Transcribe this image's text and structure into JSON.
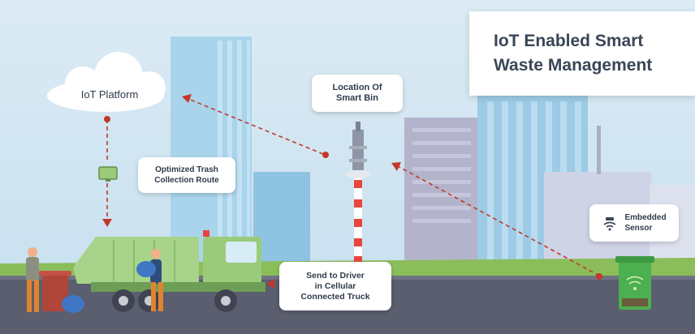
{
  "title": {
    "line1": "IoT Enabled Smart",
    "line2": "Waste Management"
  },
  "labels": {
    "iot_platform": "IoT Platform",
    "location": {
      "line1": "Location Of",
      "line2": "Smart Bin"
    },
    "route": {
      "line1": "Optimized Trash",
      "line2": "Collection Route"
    },
    "sensor": {
      "line1": "Embedded",
      "line2": "Sensor"
    },
    "driver": {
      "line1": "Send to Driver",
      "line2": "in Cellular",
      "line3": "Connected Truck"
    }
  },
  "colors": {
    "sky": "#cfe4f1",
    "road": "#5a5e6e",
    "grass": "#8bbd5a",
    "truck": "#9acb7a",
    "arrow": "#c0392b",
    "tower_red": "#e8453c",
    "bin_green": "#4caf50",
    "title_text": "#3a4656"
  },
  "icons": [
    "cloud-icon",
    "monitor-icon",
    "wifi-sensor-icon",
    "cell-tower-icon",
    "garbage-truck-icon",
    "smart-bin-icon"
  ]
}
